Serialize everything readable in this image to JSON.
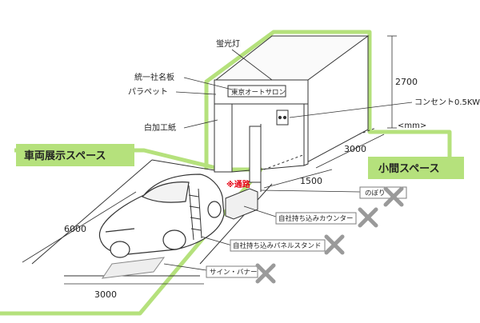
{
  "labels": {
    "fluorescent": "蛍光灯",
    "nameboard": "統一社名板",
    "parapet": "パラペット",
    "white_panel": "白加工紙",
    "company_name": "東京オートサロン",
    "outlet": "コンセント0.5KW",
    "unit": "<mm>",
    "aisle": "※通路",
    "vehicle_space": "車両展示スペース",
    "small_space": "小間スペース",
    "dim_height": "2700",
    "dim_depth": "3000",
    "dim_booth_width": "1500",
    "dim_length": "6000",
    "dim_width": "3000"
  },
  "prohibited_items": [
    "のぼり",
    "自社持ち込みカウンター",
    "自社持ち込みパネルスタンド",
    "サイン・バナー"
  ],
  "colors": {
    "green": "#b5e17c",
    "gray_label": "#7d7d7d",
    "cross": "#9a9a9a",
    "line": "#333333",
    "aisle_red": "#e60012"
  }
}
